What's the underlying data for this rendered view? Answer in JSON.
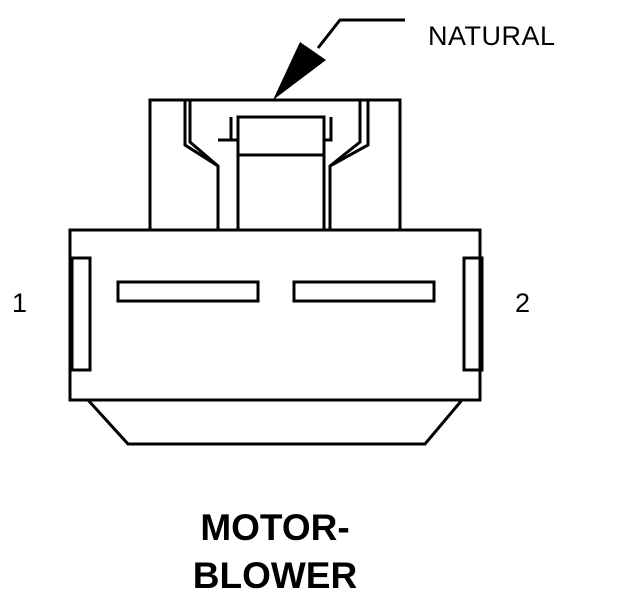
{
  "callout": {
    "text": "NATURAL"
  },
  "pins": [
    {
      "label": "1"
    },
    {
      "label": "2"
    }
  ],
  "title": {
    "line1": "MOTOR-",
    "line2": "BLOWER"
  }
}
